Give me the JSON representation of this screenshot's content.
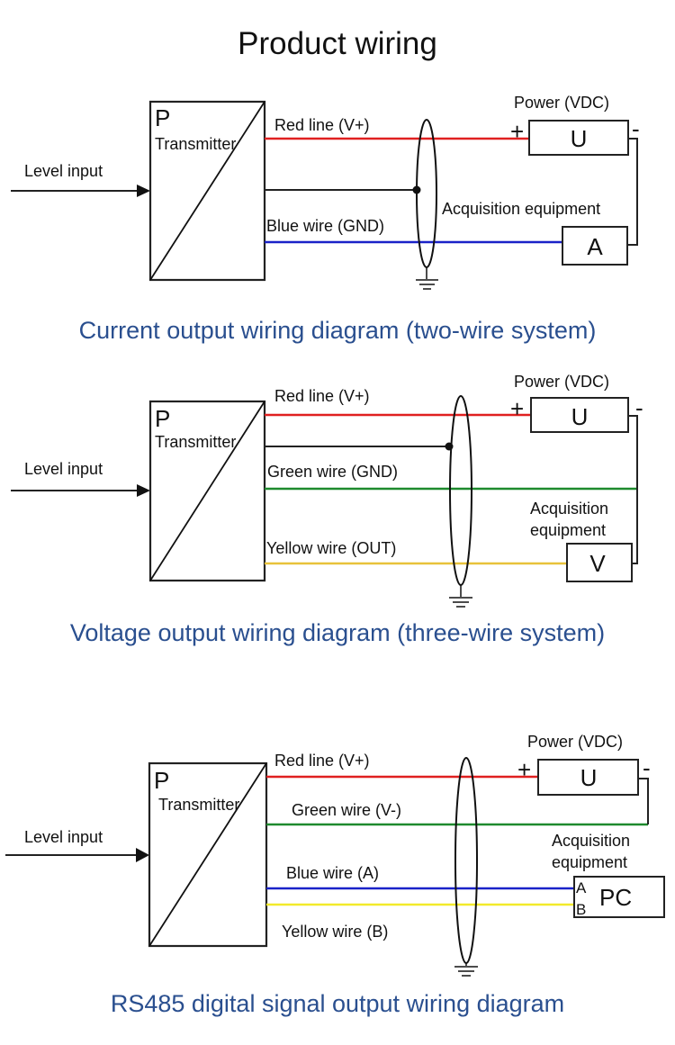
{
  "title": "Product wiring",
  "colors": {
    "red": "#e02020",
    "blue": "#1a22c8",
    "green": "#1e8a2e",
    "yellow_dark": "#e8c23a",
    "yellow_bright": "#f2ea2a",
    "black": "#222222",
    "caption": "#2a4f8f"
  },
  "diagrams": [
    {
      "id": "current",
      "caption": "Current output wiring diagram (two-wire system)",
      "input_label": "Level input",
      "transmitter_p": "P",
      "transmitter_label": "Transmitter",
      "power_label": "Power (VDC)",
      "power_symbol": "U",
      "plus": "+",
      "minus": "-",
      "acq_label": [
        "Acquisition equipment"
      ],
      "device_symbol": "A",
      "wires": [
        {
          "label": "Red line (V+)",
          "color": "red"
        },
        {
          "label": "",
          "color": "black"
        },
        {
          "label": "Blue wire (GND)",
          "color": "blue"
        }
      ]
    },
    {
      "id": "voltage",
      "caption": "Voltage output wiring diagram (three-wire system)",
      "input_label": "Level input",
      "transmitter_p": "P",
      "transmitter_label": "Transmitter",
      "power_label": "Power (VDC)",
      "power_symbol": "U",
      "plus": "+",
      "minus": "-",
      "acq_label": [
        "Acquisition",
        "equipment"
      ],
      "device_symbol": "V",
      "wires": [
        {
          "label": "Red line (V+)",
          "color": "red"
        },
        {
          "label": "",
          "color": "black"
        },
        {
          "label": "Green wire (GND)",
          "color": "green"
        },
        {
          "label": "Yellow wire (OUT)",
          "color": "yellow_dark"
        }
      ]
    },
    {
      "id": "rs485",
      "caption": "RS485 digital signal output wiring diagram",
      "input_label": "Level input",
      "transmitter_p": "P",
      "transmitter_label": "Transmitter",
      "power_label": "Power (VDC)",
      "power_symbol": "U",
      "plus": "+",
      "minus": "-",
      "acq_label": [
        "Acquisition",
        "equipment"
      ],
      "device_symbol": "PC",
      "device_pins": [
        "A",
        "B"
      ],
      "wires": [
        {
          "label": "Red line (V+)",
          "color": "red"
        },
        {
          "label": "Green wire (V-)",
          "color": "green"
        },
        {
          "label": "Blue wire (A)",
          "color": "blue"
        },
        {
          "label": "Yellow wire (B)",
          "color": "yellow_bright"
        }
      ]
    }
  ]
}
